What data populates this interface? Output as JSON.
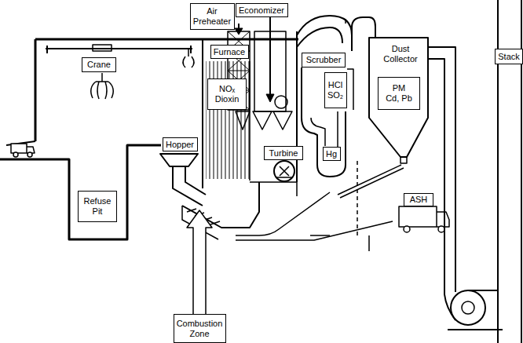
{
  "diagram": {
    "nodes": [
      {
        "text": [
          "Air Preheater"
        ]
      },
      {
        "text": [
          "Economizer"
        ]
      },
      {
        "text": [
          "Furnace"
        ]
      },
      {
        "text": [
          "Crane"
        ]
      },
      {
        "text": [
          "Hopper"
        ]
      },
      {
        "text": [
          "NOₓ",
          "Dioxin"
        ]
      },
      {
        "text": [
          "Turbine"
        ]
      },
      {
        "text": [
          "Scrubber"
        ]
      },
      {
        "text": [
          "HCl",
          "SO₂"
        ]
      },
      {
        "text": [
          "Hg"
        ]
      },
      {
        "text": [
          "Dust Collector"
        ]
      },
      {
        "text": [
          "PM",
          "Cd, Pb"
        ]
      },
      {
        "text": [
          "Stack"
        ]
      },
      {
        "text": [
          "Refuse Pit"
        ]
      },
      {
        "text": [
          "ASH"
        ]
      },
      {
        "text": [
          "Combustion Zone"
        ]
      }
    ]
  }
}
